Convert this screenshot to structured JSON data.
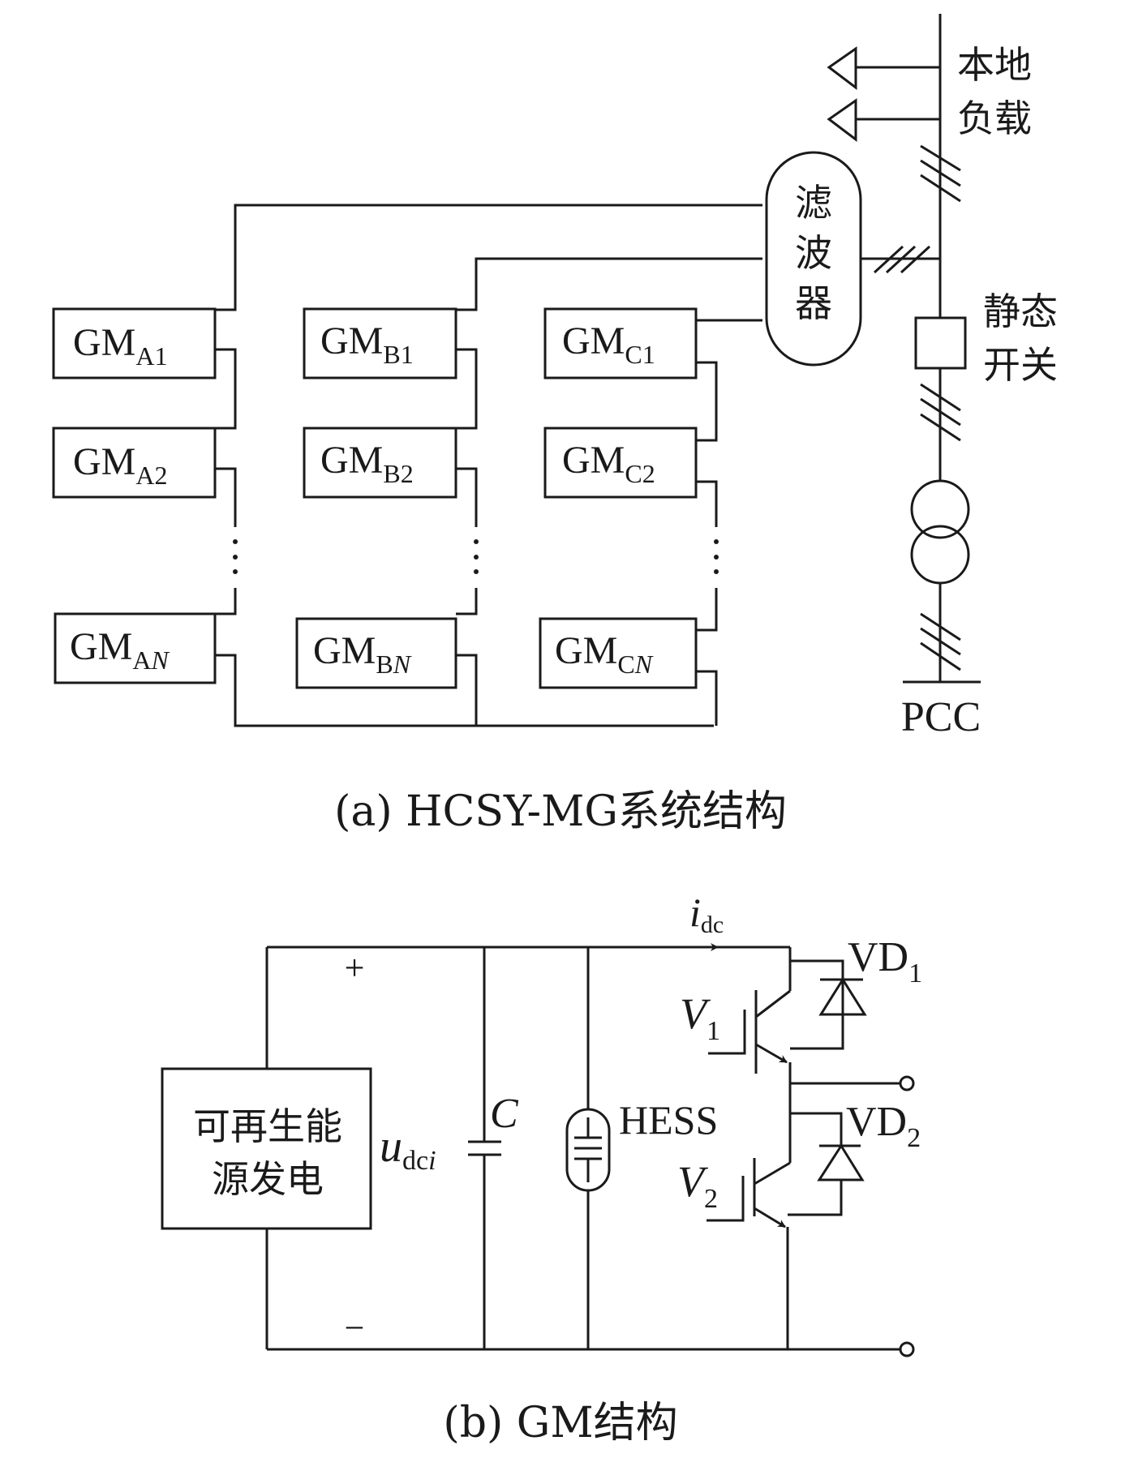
{
  "figure_a": {
    "caption": "(a)  HCSY-MG系统结构",
    "modules": [
      {
        "id": "A1",
        "main": "GM",
        "sub": "A1",
        "italic_sub": false
      },
      {
        "id": "A2",
        "main": "GM",
        "sub": "A2",
        "italic_sub": false
      },
      {
        "id": "AN",
        "main": "GM",
        "sub": "A",
        "sub_italic": "N"
      },
      {
        "id": "B1",
        "main": "GM",
        "sub": "B1"
      },
      {
        "id": "B2",
        "main": "GM",
        "sub": "B2"
      },
      {
        "id": "BN",
        "main": "GM",
        "sub": "B",
        "sub_italic": "N"
      },
      {
        "id": "C1",
        "main": "GM",
        "sub": "C1"
      },
      {
        "id": "C2",
        "main": "GM",
        "sub": "C2"
      },
      {
        "id": "CN",
        "main": "GM",
        "sub": "C",
        "sub_italic": "N"
      }
    ],
    "filter_label": [
      "滤",
      "波",
      "器"
    ],
    "local_load_label": [
      "本地",
      "负载"
    ],
    "static_switch_label": [
      "静态",
      "开关"
    ],
    "pcc_label": "PCC"
  },
  "figure_b": {
    "caption": "(b)  GM结构",
    "source_label": [
      "可再生能",
      "源发电"
    ],
    "plus_sign": "+",
    "minus_sign": "−",
    "voltage_label": {
      "main": "u",
      "sub": "dc",
      "sub_italic": "i"
    },
    "capacitor_label": "C",
    "storage_label": "HESS",
    "current_label": {
      "main": "i",
      "sub": "dc"
    },
    "switch_labels": [
      {
        "main": "V",
        "sub": "1"
      },
      {
        "main": "V",
        "sub": "2"
      }
    ],
    "diode_labels": [
      {
        "main": "VD",
        "sub": "1"
      },
      {
        "main": "VD",
        "sub": "2"
      }
    ]
  }
}
